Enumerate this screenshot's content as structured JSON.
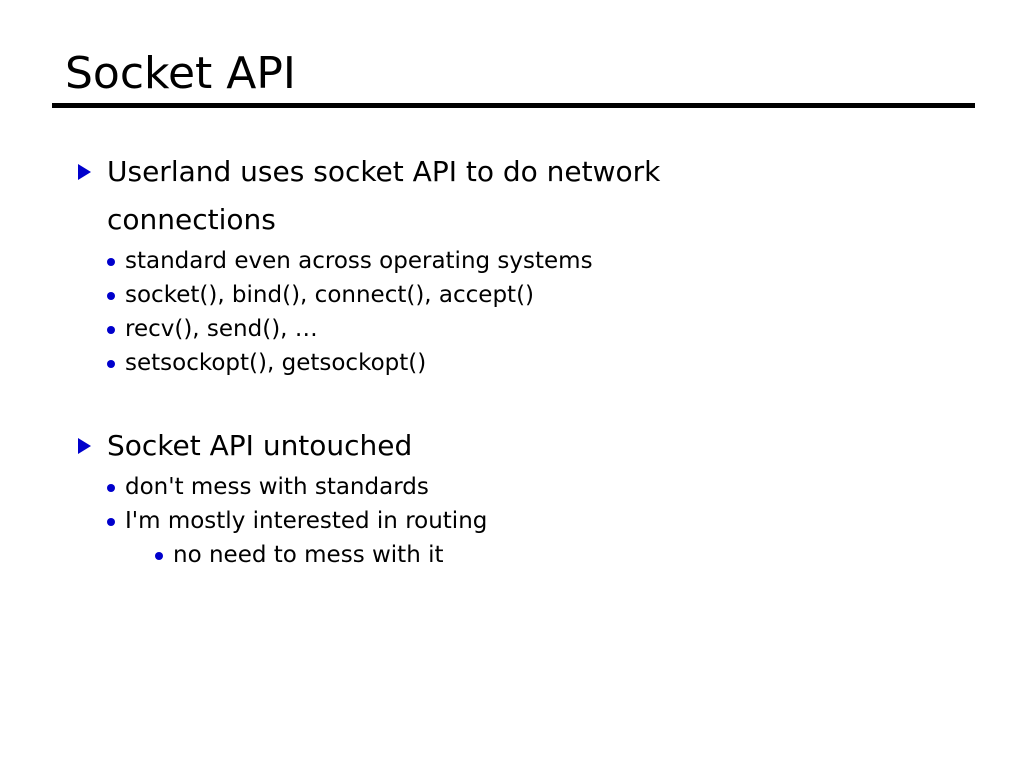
{
  "slide": {
    "title": "Socket API",
    "accent_color": "#0000CC",
    "text_color": "#000000",
    "background_color": "#ffffff",
    "rule_color": "#000000",
    "bullet_level1_icon": "triangle-right-bullet",
    "bullet_level2_icon": "round-dot-bullet",
    "bullet_level3_icon": "round-dot-bullet",
    "groups": [
      {
        "heading": "Userland uses socket API to do network connections",
        "items": [
          {
            "text": "standard even across operating systems",
            "level": 2
          },
          {
            "text": "socket(), bind(), connect(), accept()",
            "level": 2
          },
          {
            "text": "recv(), send(), …",
            "level": 2
          },
          {
            "text": "setsockopt(), getsockopt()",
            "level": 2
          }
        ]
      },
      {
        "heading": "Socket API untouched",
        "items": [
          {
            "text": "don't mess with standards",
            "level": 2
          },
          {
            "text": "I'm mostly interested in routing",
            "level": 2
          },
          {
            "text": "no need to mess with it",
            "level": 3
          }
        ]
      }
    ]
  }
}
